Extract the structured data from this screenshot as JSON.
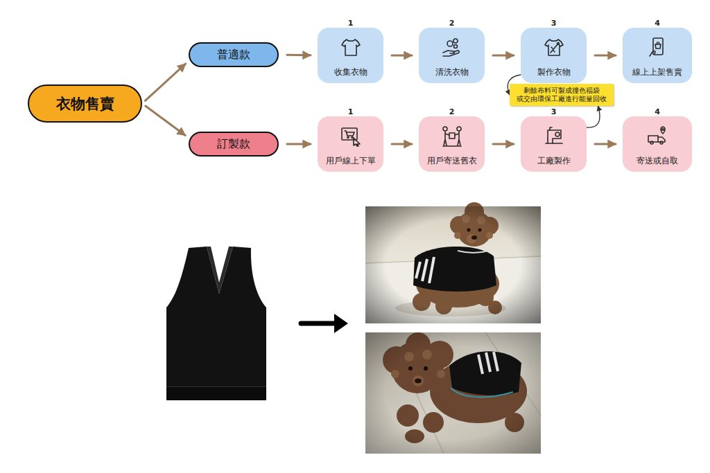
{
  "diagram": {
    "nodes": [
      {
        "text": [
          "衣物售賣"
        ]
      },
      {
        "text": [
          "普適款"
        ]
      },
      {
        "text": [
          "1",
          "收集衣物"
        ]
      },
      {
        "text": [
          "2",
          "清洗衣物"
        ]
      },
      {
        "text": [
          "3",
          "製作衣物"
        ]
      },
      {
        "text": [
          "4",
          "線上上架售賣"
        ]
      },
      {
        "text": [
          "訂製款"
        ]
      },
      {
        "text": [
          "1",
          "用戶線上下單"
        ]
      },
      {
        "text": [
          "2",
          "用戶寄送舊衣"
        ]
      },
      {
        "text": [
          "3",
          "工廠製作"
        ]
      },
      {
        "text": [
          "4",
          "寄送或自取"
        ]
      },
      {
        "text": [
          "剩餘布料可製成撞色福袋 或交由環保工廠進行能量回收"
        ]
      }
    ],
    "edges": [
      {
        "from": 0,
        "to": 1,
        "arrow": "to"
      },
      {
        "from": 0,
        "to": 6,
        "arrow": "to"
      },
      {
        "from": 1,
        "to": 2,
        "arrow": "to"
      },
      {
        "from": 2,
        "to": 3,
        "arrow": "to"
      },
      {
        "from": 3,
        "to": 4,
        "arrow": "to"
      },
      {
        "from": 4,
        "to": 5,
        "arrow": "to"
      },
      {
        "from": 6,
        "to": 7,
        "arrow": "to"
      },
      {
        "from": 7,
        "to": 8,
        "arrow": "to"
      },
      {
        "from": 8,
        "to": 9,
        "arrow": "to"
      },
      {
        "from": 9,
        "to": 10,
        "arrow": "to"
      },
      {
        "from": 4,
        "to": 11,
        "arrow": "to"
      },
      {
        "from": 9,
        "to": 11,
        "arrow": "to"
      }
    ]
  }
}
